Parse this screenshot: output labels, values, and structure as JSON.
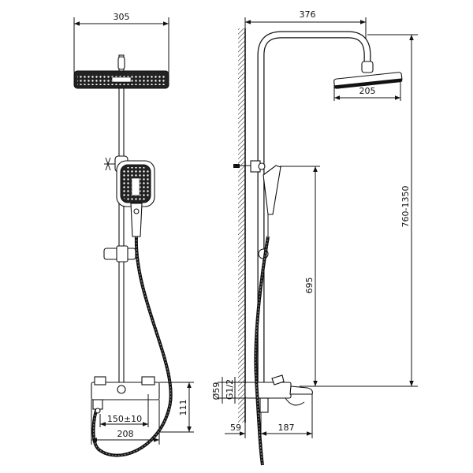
{
  "dimensions": {
    "front_width": "305",
    "side_reach": "376",
    "head_size": "205",
    "height_range": "760-1350",
    "slide_height": "695",
    "mixer_height": "111",
    "spout_diameter": "Ø59",
    "thread": "G1/2",
    "center_distance": "150±10",
    "mixer_width": "208",
    "wall_offset": "59",
    "spout_reach": "187"
  },
  "colors": {
    "line": "#111111",
    "fill_dark": "#222222",
    "fill_light": "#d9d9d9"
  }
}
